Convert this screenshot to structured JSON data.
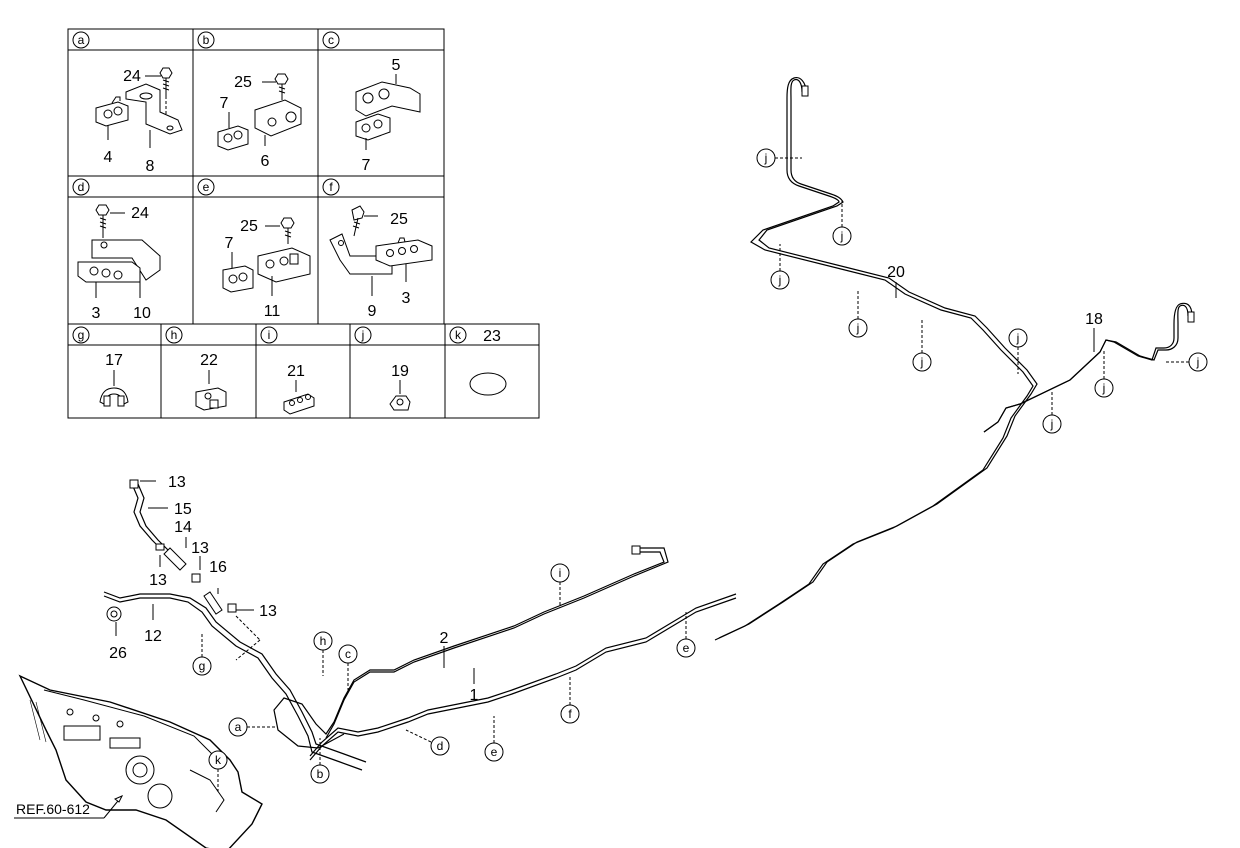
{
  "clip_panels": [
    {
      "letter": "a",
      "parts": [
        "24",
        "4",
        "8"
      ]
    },
    {
      "letter": "b",
      "parts": [
        "25",
        "7",
        "6"
      ]
    },
    {
      "letter": "c",
      "parts": [
        "5",
        "7"
      ]
    },
    {
      "letter": "d",
      "parts": [
        "24",
        "3",
        "10"
      ]
    },
    {
      "letter": "e",
      "parts": [
        "25",
        "7",
        "11"
      ]
    },
    {
      "letter": "f",
      "parts": [
        "25",
        "9",
        "3"
      ]
    },
    {
      "letter": "g",
      "parts": [
        "17"
      ]
    },
    {
      "letter": "h",
      "parts": [
        "22"
      ]
    },
    {
      "letter": "i",
      "parts": [
        "21"
      ]
    },
    {
      "letter": "j",
      "parts": [
        "19"
      ]
    },
    {
      "letter": "k",
      "parts": [
        "23"
      ]
    }
  ],
  "callouts": {
    "n13": "13",
    "n15": "15",
    "n14": "14",
    "n16": "16",
    "n12": "12",
    "n26": "26",
    "n2": "2",
    "n1": "1",
    "n20": "20",
    "n18": "18"
  },
  "letter_markers": {
    "a": "a",
    "b": "b",
    "c": "c",
    "d": "d",
    "e": "e",
    "f": "f",
    "g": "g",
    "h": "h",
    "i": "i",
    "j": "j",
    "k": "k"
  },
  "reference": "REF.60-612"
}
